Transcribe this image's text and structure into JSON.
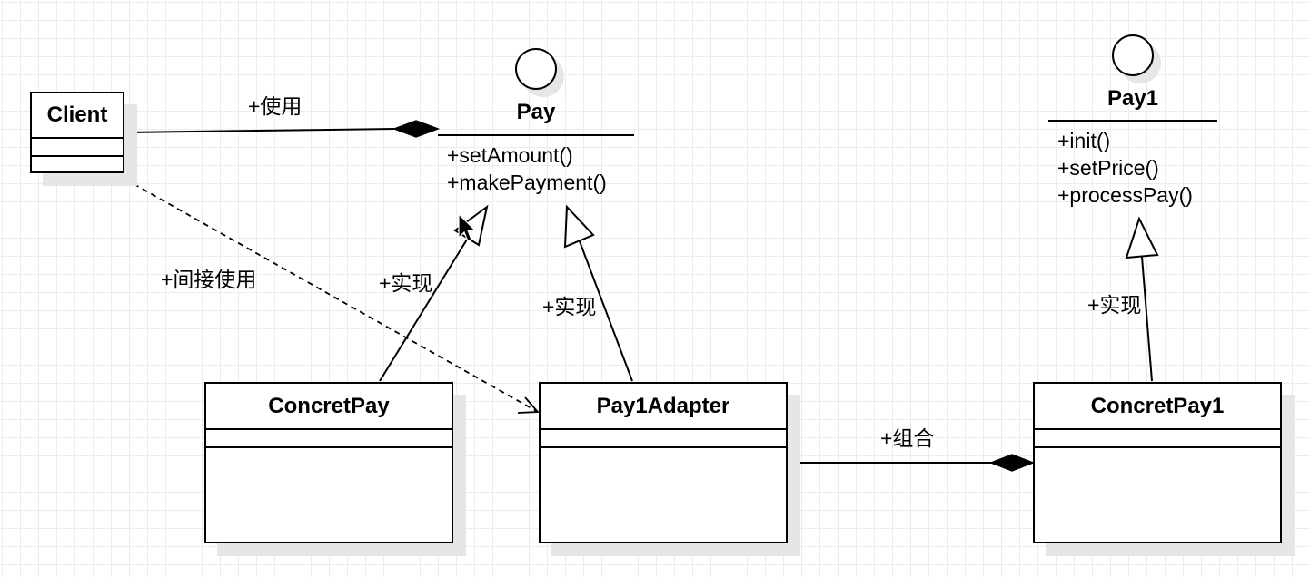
{
  "classes": {
    "client": {
      "name": "Client"
    },
    "concret_pay": {
      "name": "ConcretPay"
    },
    "pay1_adapter": {
      "name": "Pay1Adapter"
    },
    "concret_pay1": {
      "name": "ConcretPay1"
    }
  },
  "interfaces": {
    "pay": {
      "name": "Pay",
      "operations": [
        "+setAmount()",
        "+makePayment()"
      ]
    },
    "pay1": {
      "name": "Pay1",
      "operations": [
        "+init()",
        "+setPrice()",
        "+processPay()"
      ]
    }
  },
  "relations": {
    "client_pay": {
      "label": "+使用",
      "kind": "composition"
    },
    "client_adapter": {
      "label": "+间接使用",
      "kind": "dependency"
    },
    "concretpay_pay": {
      "label": "+实现",
      "kind": "realization"
    },
    "adapter_pay": {
      "label": "+实现",
      "kind": "realization"
    },
    "concretpay1_pay1": {
      "label": "+实现",
      "kind": "realization"
    },
    "adapter_concretpay1": {
      "label": "+组合",
      "kind": "composition"
    }
  },
  "colors": {
    "line": "#000000",
    "shadow": "#e6e6e6",
    "grid": "#ececec",
    "background": "#ffffff"
  },
  "icons": {
    "cursor": "mouse-pointer-icon",
    "interface": "lollipop-circle-icon"
  }
}
